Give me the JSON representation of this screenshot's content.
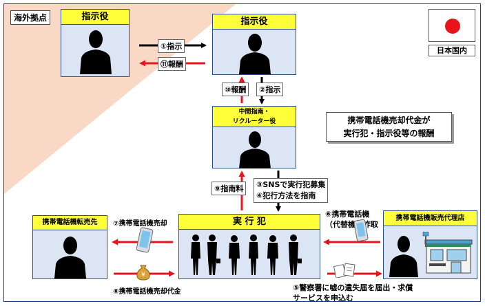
{
  "region_label": "海外拠点",
  "country_label": "日本国内",
  "overseas_boss": {
    "title": "指示役"
  },
  "domestic_boss": {
    "title": "指示役"
  },
  "recruiter": {
    "title_line1": "中間指南・",
    "title_line2": "リクルーター役"
  },
  "perpetrators": {
    "title": "実 行 犯"
  },
  "resale_shop": {
    "title": "携帯電話機転売先"
  },
  "dealer": {
    "title": "携帯電話機販売代理店"
  },
  "note": {
    "line1": "携帯電話機売却代金が",
    "line2": "実行犯・指示役等の報酬"
  },
  "steps": {
    "s1": "①指示",
    "s11": "⑪報酬",
    "s10": "⑩報酬",
    "s2": "②指示",
    "s9": "⑨指南料",
    "s3": "③SNSで実行犯募集",
    "s4": "④犯行方法を指南",
    "s6_line1": "⑥携帯電話機",
    "s6_line2": "（代替機）詐取",
    "s7": "⑦携帯電話機売却",
    "s8": "⑧携帯電話機売却代金",
    "s5_line1": "⑤警察署に嘘の遺失届を届出・求償",
    "s5_line2": "サービスを申込む"
  },
  "colors": {
    "title_yellow": "#ffff3a",
    "box_blue": "#dbe5f4",
    "overseas_bg": "#f9d8c6",
    "arrow_red": "#e8141b",
    "arrow_black": "#000000"
  }
}
